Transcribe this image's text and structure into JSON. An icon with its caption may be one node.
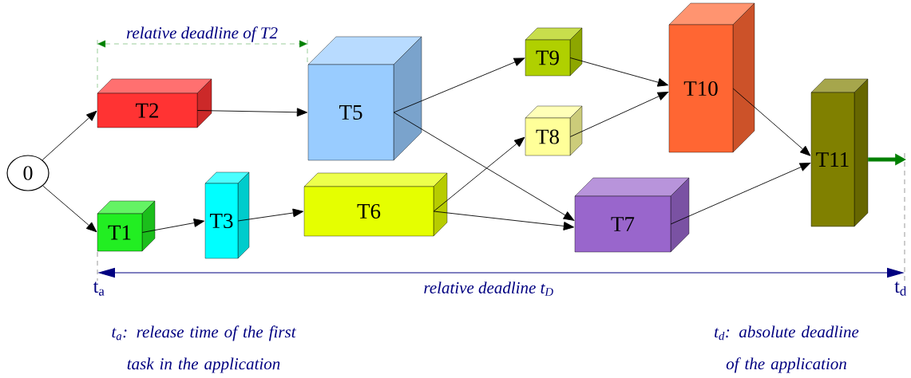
{
  "diagram": {
    "nodes": [
      {
        "text": [
          "0"
        ]
      },
      {
        "text": [
          "T2"
        ]
      },
      {
        "text": [
          "T1"
        ]
      },
      {
        "text": [
          "T3"
        ]
      },
      {
        "text": [
          "T5"
        ]
      },
      {
        "text": [
          "T6"
        ]
      },
      {
        "text": [
          "T9"
        ]
      },
      {
        "text": [
          "T8"
        ]
      },
      {
        "text": [
          "T7"
        ]
      },
      {
        "text": [
          "T10"
        ]
      },
      {
        "text": [
          "T11"
        ]
      }
    ],
    "edges": [
      {
        "from": 0,
        "to": 1,
        "arrow": "to"
      },
      {
        "from": 0,
        "to": 2,
        "arrow": "to"
      },
      {
        "from": 2,
        "to": 3,
        "arrow": "to"
      },
      {
        "from": 3,
        "to": 5,
        "arrow": "to"
      },
      {
        "from": 1,
        "to": 4,
        "arrow": "to"
      },
      {
        "from": 4,
        "to": 6,
        "arrow": "to"
      },
      {
        "from": 4,
        "to": 8,
        "arrow": "to"
      },
      {
        "from": 5,
        "to": 7,
        "arrow": "to"
      },
      {
        "from": 5,
        "to": 8,
        "arrow": "to"
      },
      {
        "from": 6,
        "to": 9,
        "arrow": "to"
      },
      {
        "from": 7,
        "to": 9,
        "arrow": "to"
      },
      {
        "from": 9,
        "to": 10,
        "arrow": "to"
      },
      {
        "from": 8,
        "to": 10,
        "arrow": "to"
      },
      {
        "from": 10,
        "to": null,
        "arrow": "to",
        "style": "thick",
        "color": "#008000"
      }
    ],
    "labels": [
      "relative deadline of T2",
      "t$_{a}$",
      "relative deadline t$_{D}$",
      "t$_{d}$",
      "t$_{a}$: release time of the first task in the application",
      "t$_{d}$: absolute deadline of the application"
    ]
  }
}
